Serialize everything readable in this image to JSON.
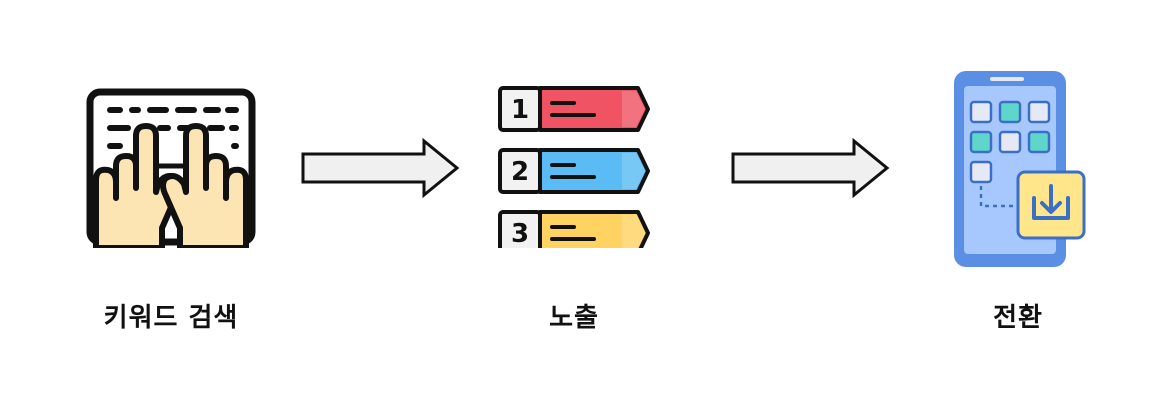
{
  "steps": [
    {
      "label": "키워드 검색",
      "icon": "keyboard-typing-icon"
    },
    {
      "label": "노출",
      "icon": "ranking-list-icon"
    },
    {
      "label": "전환",
      "icon": "app-download-icon"
    }
  ],
  "ranking": {
    "items": [
      {
        "rank": "1",
        "color": "#ef5364"
      },
      {
        "rank": "2",
        "color": "#5bbcf5"
      },
      {
        "rank": "3",
        "color": "#ffd262"
      }
    ]
  },
  "connectors": {
    "arrow_fill": "#f0f0f0",
    "arrow_stroke": "#111111"
  },
  "colors": {
    "outline": "#111111",
    "skin": "#fde4b3",
    "phone_body": "#5b8fe6",
    "phone_screen": "#a7c8ff",
    "tile_teal": "#5fd6cc",
    "tile_light": "#e4e9f5",
    "download_badge": "#ffe68a"
  }
}
